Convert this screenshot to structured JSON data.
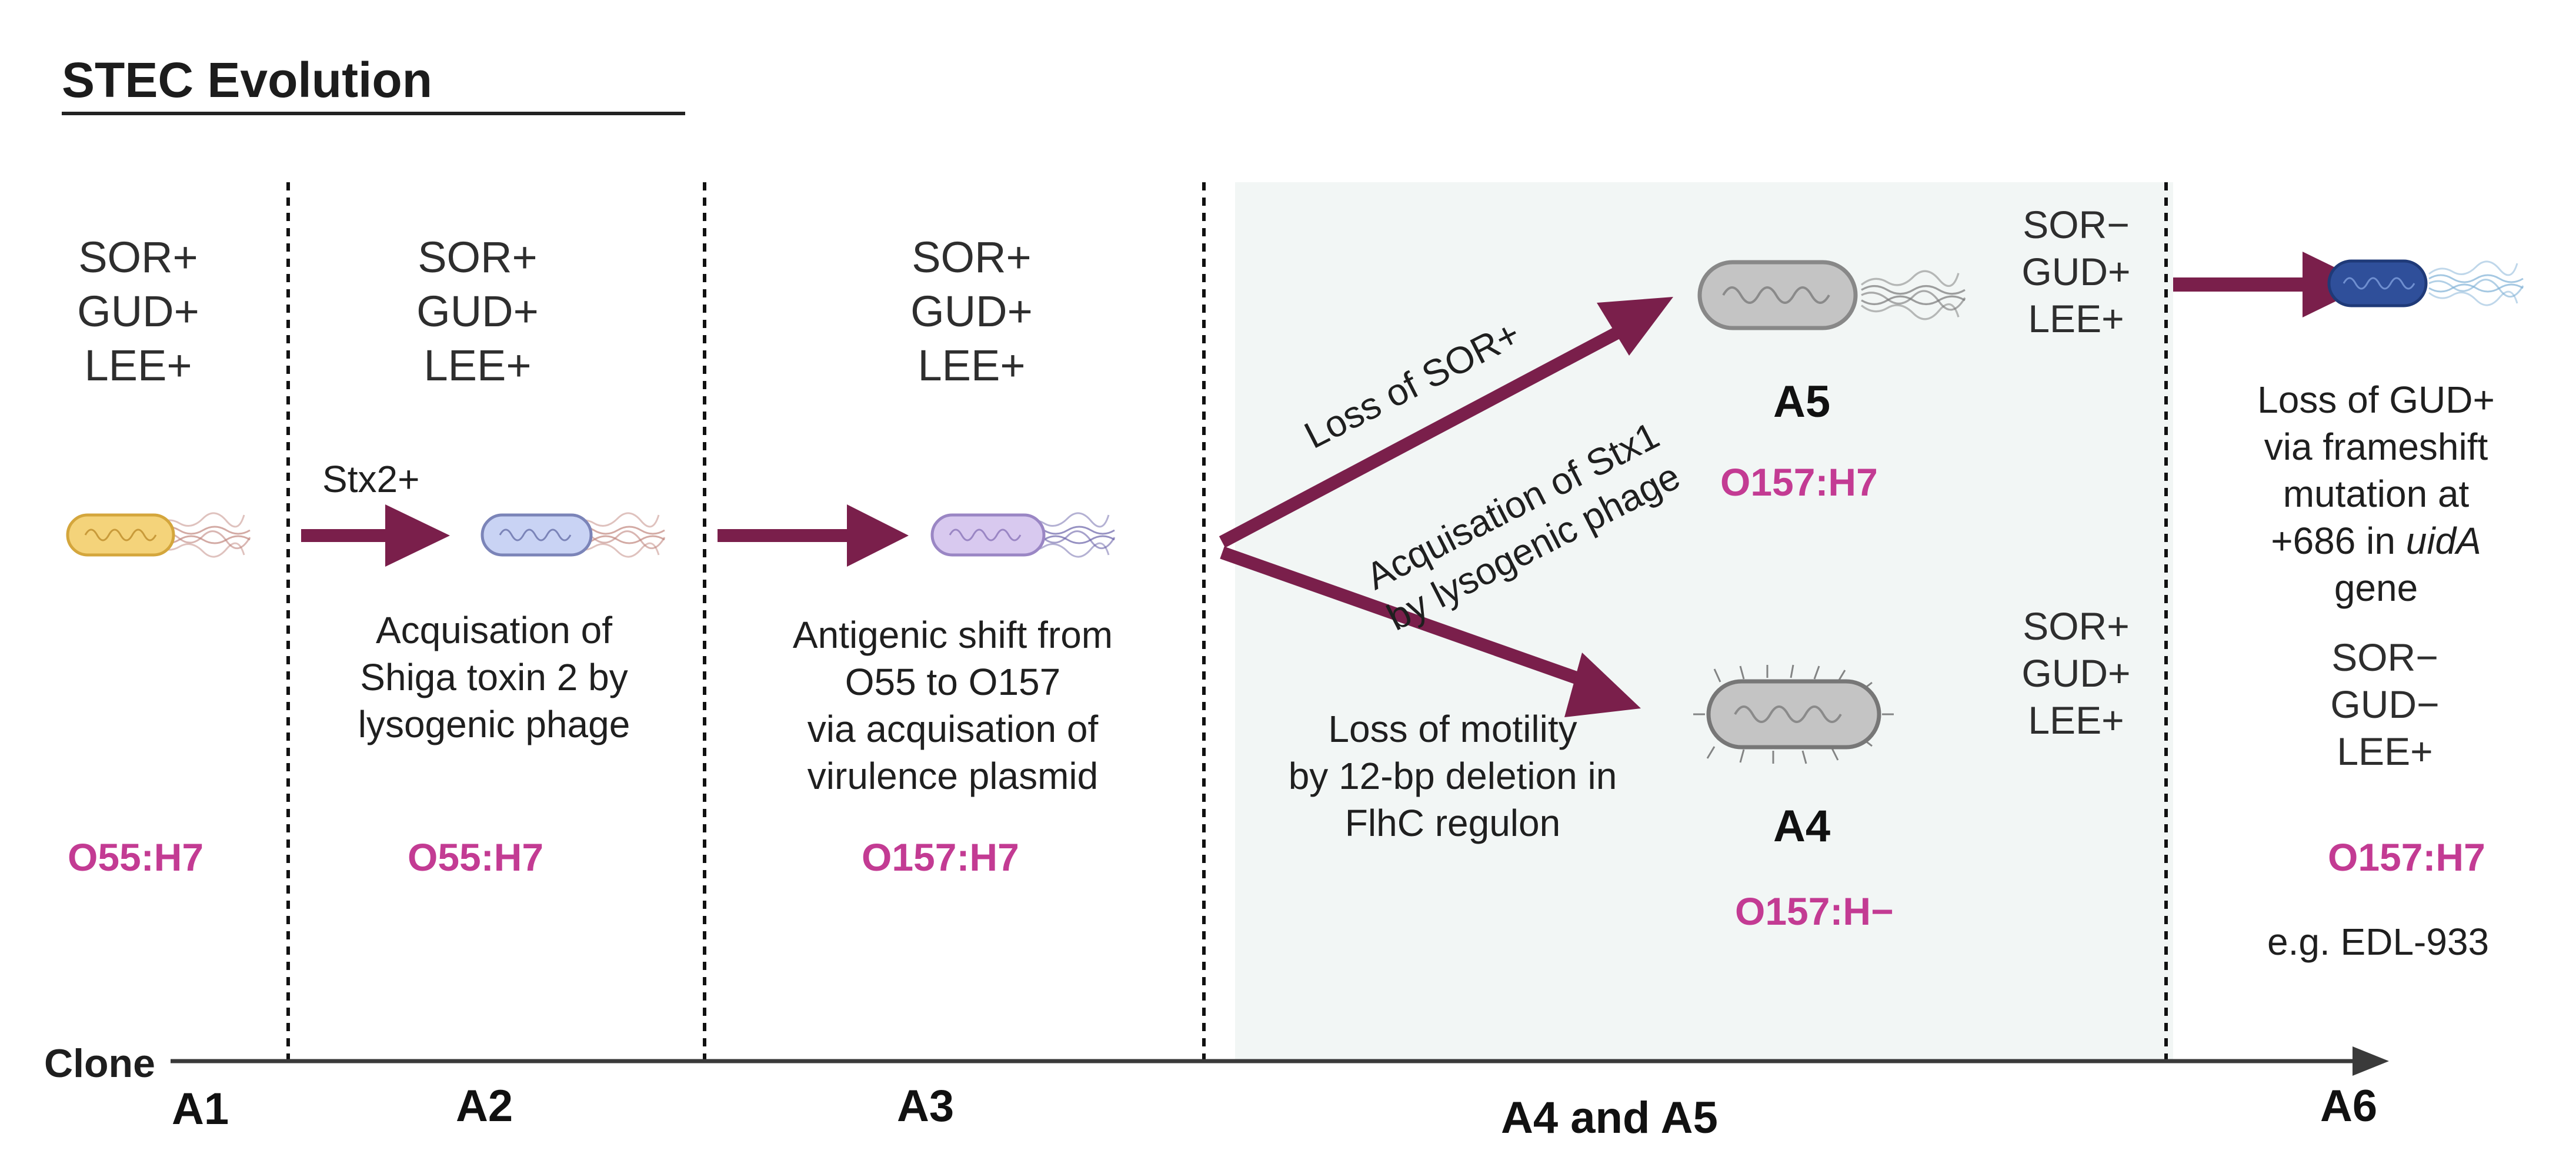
{
  "title": "STEC Evolution",
  "axis_label": "Clone",
  "clones": {
    "a1": "A1",
    "a2": "A2",
    "a3": "A3",
    "a4_a5": "A4 and A5",
    "a6": "A6"
  },
  "stage_a1": {
    "markers": [
      "SOR+",
      "GUD+",
      "LEE+"
    ],
    "serotype": "O55:H7"
  },
  "stage_a2": {
    "markers": [
      "SOR+",
      "GUD+",
      "LEE+"
    ],
    "event_label": "Stx2+",
    "description": [
      "Acquisation of",
      "Shiga toxin 2 by",
      "lysogenic phage"
    ],
    "serotype": "O55:H7"
  },
  "stage_a3": {
    "markers": [
      "SOR+",
      "GUD+",
      "LEE+"
    ],
    "description": [
      "Antigenic shift from",
      "O55 to O157",
      "via acquisation of",
      "virulence plasmid"
    ],
    "serotype": "O157:H7"
  },
  "stage_a5": {
    "label": "A5",
    "serotype": "O157:H7",
    "markers": [
      "SOR−",
      "GUD+",
      "LEE+"
    ],
    "event_upper": "Loss of SOR+",
    "event_lower": [
      "Acquisation of Stx1",
      "by lysogenic phage"
    ]
  },
  "stage_a4": {
    "label": "A4",
    "serotype": "O157:H−",
    "markers": [
      "SOR+",
      "GUD+",
      "LEE+"
    ],
    "description": [
      "Loss of motility",
      "by 12-bp deletion in",
      "FlhC regulon"
    ]
  },
  "stage_a6": {
    "description_l1": "Loss of GUD+",
    "description_l2": "via frameshift",
    "description_l3": "mutation at",
    "description_l4_pre": "+686 in ",
    "description_l4_gene": "uidA",
    "description_l5": "gene",
    "markers": [
      "SOR−",
      "GUD−",
      "LEE+"
    ],
    "serotype": "O157:H7",
    "example": "e.g. EDL-933"
  },
  "colors": {
    "arrow": "#7a1f4b",
    "serotype": "#c33b93",
    "highlight_panel": "#f2f6f5",
    "bacterium_a1": "#f4d37a",
    "bacterium_a2": "#c9d3f4",
    "bacterium_a3": "#d8c9ef",
    "bacterium_a4_a5": "#c4c4c4",
    "bacterium_a6": "#2f4f9a"
  },
  "icons": [
    "bacterium-icon",
    "flow-arrow-icon",
    "timeline-arrow-icon"
  ]
}
